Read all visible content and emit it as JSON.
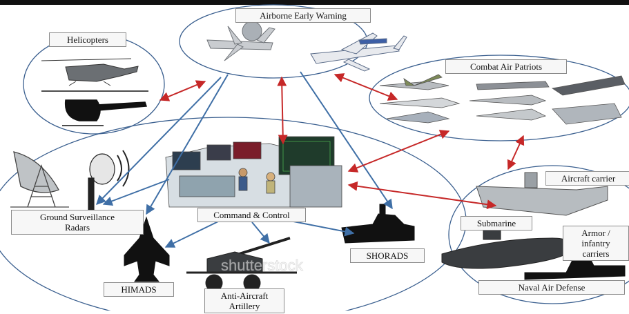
{
  "labels": {
    "aew": "Airborne Early Warning",
    "helicopters": "Helicopters",
    "cap": "Combat Air Patriots",
    "ground_radar_line1": "Ground Surveillance",
    "ground_radar_line2": "Radars",
    "c2": "Command & Control",
    "aircraft_carrier": "Aircraft carrier",
    "submarine": "Submarine",
    "armor_line1": "Armor /",
    "armor_line2": "infantry",
    "armor_line3": "carriers",
    "shorads": "SHORADS",
    "himads": "HIMADS",
    "aaa_line1": "Anti-Aircraft",
    "aaa_line2": "Artillery",
    "naval_air_defense": "Naval Air Defense"
  },
  "watermark": "shutterstock",
  "colors": {
    "arrow_blue": "#3f6fa6",
    "arrow_red": "#c62828",
    "circle_stroke": "#3a5f8f",
    "top_bar": "#111111"
  }
}
